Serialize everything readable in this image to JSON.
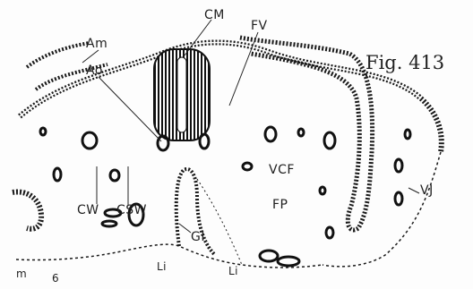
{
  "figure": {
    "title": "Fig. 413",
    "labels": {
      "am": "Am",
      "ao": "Ao",
      "cm": "CM",
      "fv": "FV",
      "vcf": "VCF",
      "fp": "FP",
      "vj": "VJ",
      "cw": "CW",
      "csw": "CSW",
      "gi": "GI",
      "li_left": "Li",
      "li_right": "Li",
      "m": "m",
      "six": "6"
    }
  }
}
